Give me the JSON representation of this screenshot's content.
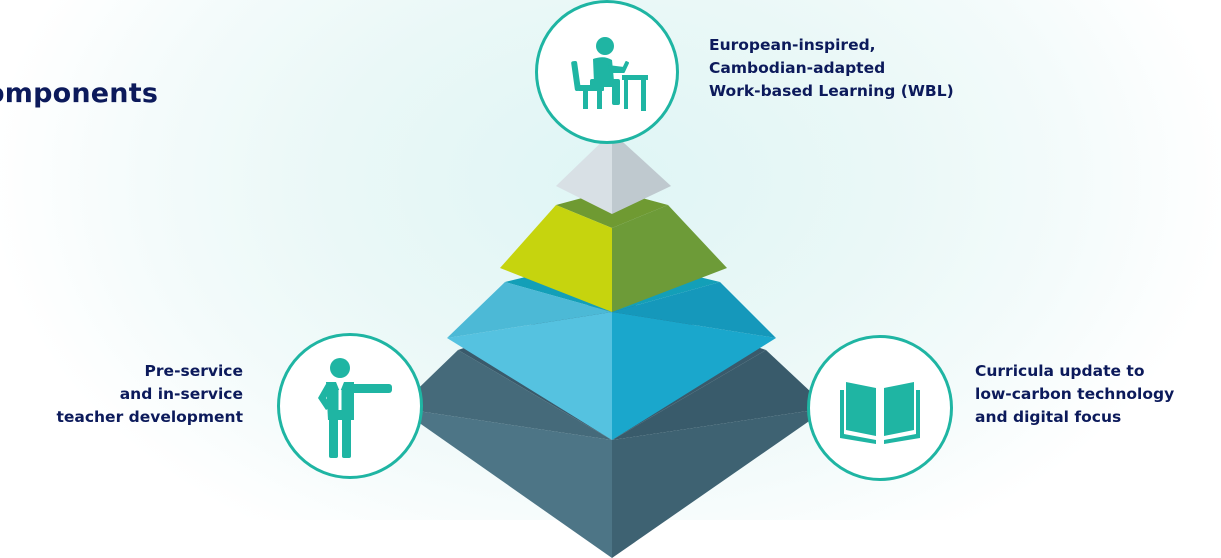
{
  "title": "omponents",
  "components": {
    "top": {
      "icon": "person-at-desk-icon",
      "line1": "European-inspired,",
      "line2": "Cambodian-adapted",
      "line3_bold": "Work-based Learning",
      "line3_rest": " (WBL)"
    },
    "left": {
      "icon": "teacher-pointing-icon",
      "line1": "Pre-service",
      "line2": "and in-service",
      "line3_bold": "teacher development"
    },
    "right": {
      "icon": "open-book-icon",
      "line1_bold": "Curricula update",
      "line1_rest": " to",
      "line2": "low-carbon technology",
      "line3": "and digital focus"
    }
  },
  "colors": {
    "accent": "#1fb5a3",
    "text": "#0c1a5b",
    "tier_top": "#d5dde2",
    "tier_green": "#c5d40d",
    "tier_blue": "#55c2e0",
    "tier_base": "#4d7383"
  }
}
